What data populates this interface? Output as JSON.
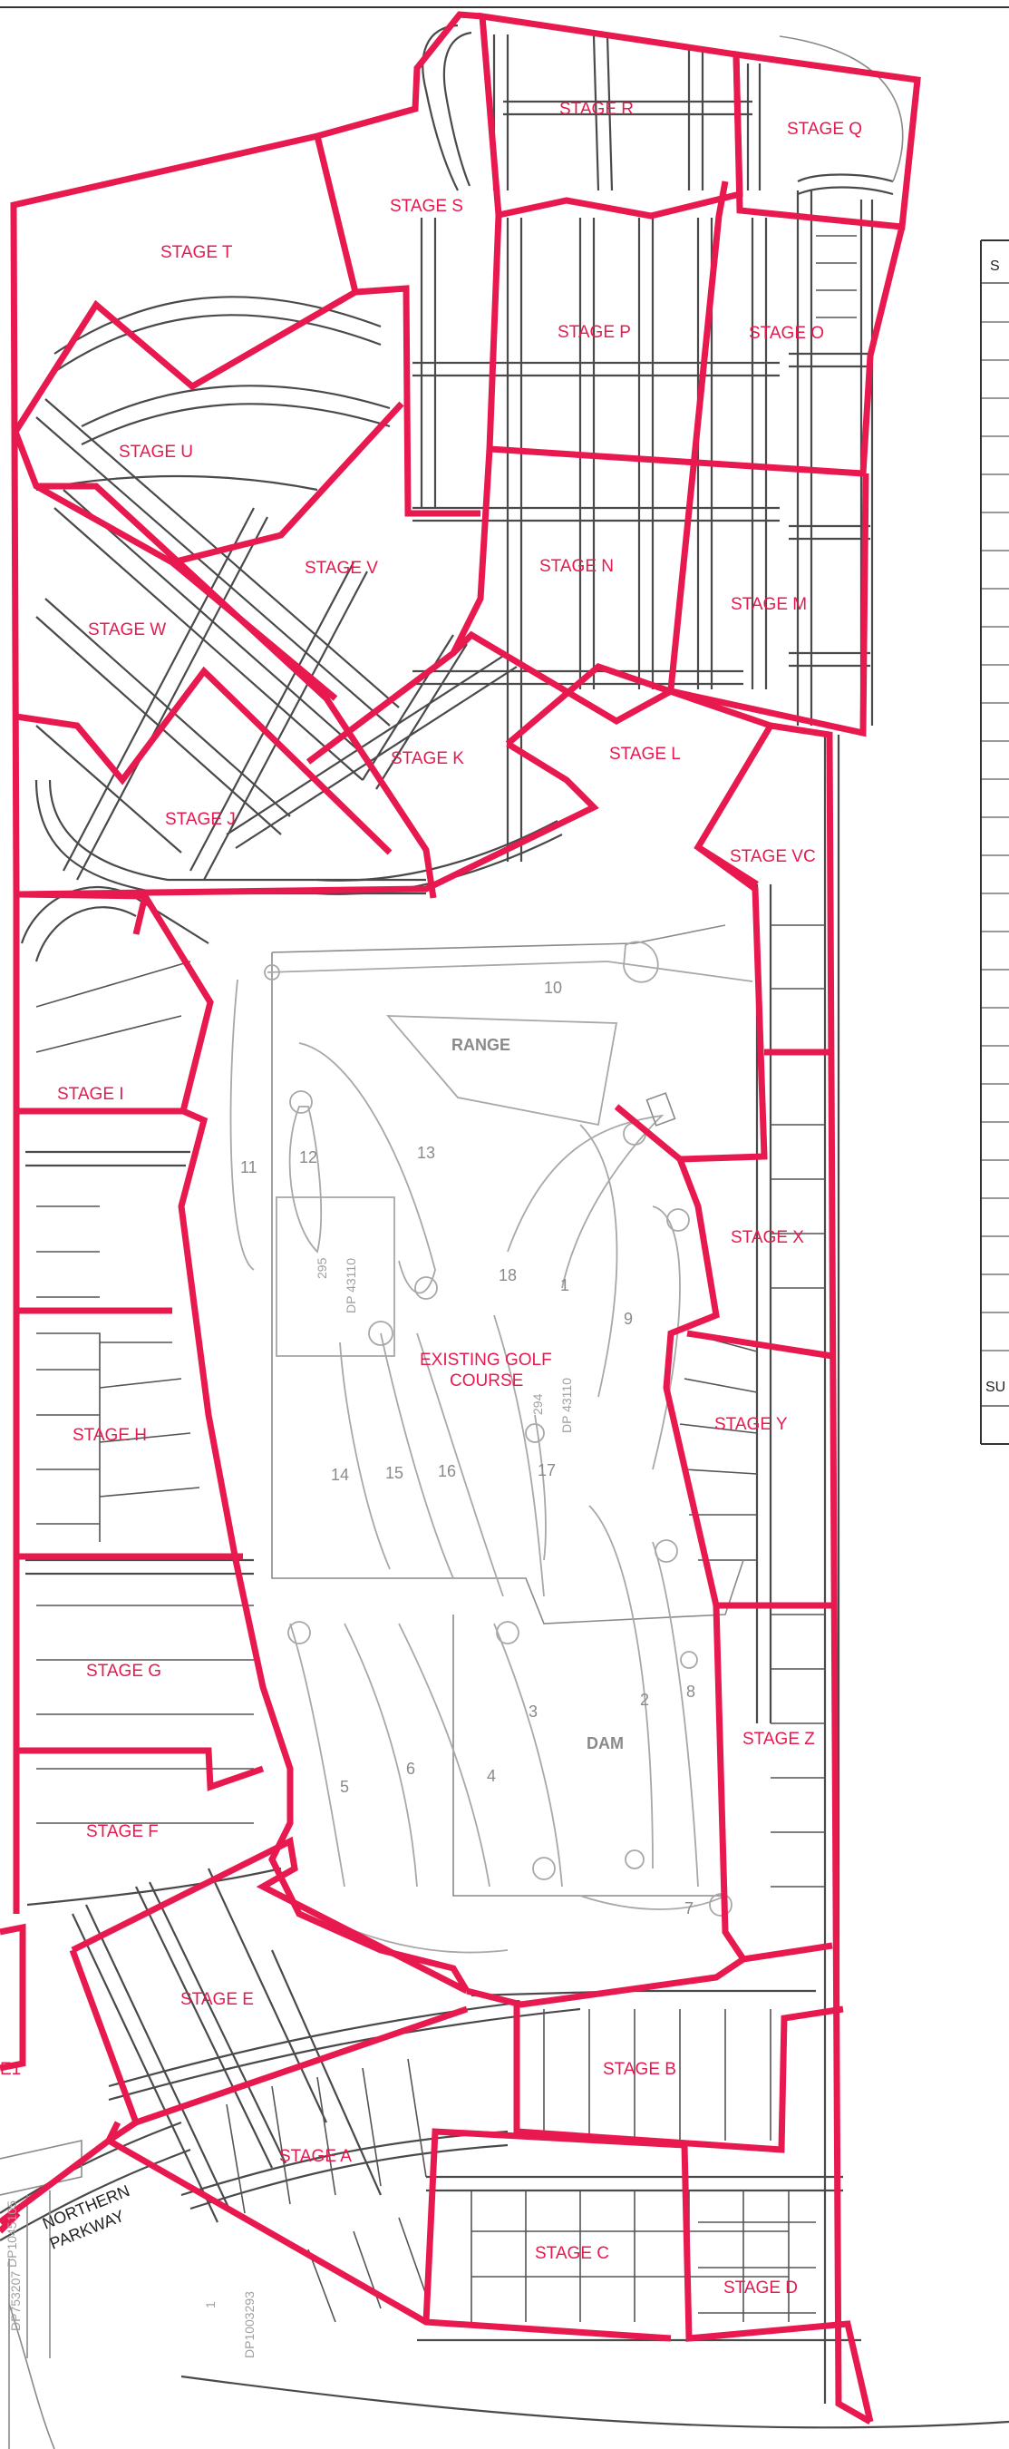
{
  "stages": [
    {
      "key": "R",
      "label": "STAGE R"
    },
    {
      "key": "Q",
      "label": "STAGE Q"
    },
    {
      "key": "S",
      "label": "STAGE S"
    },
    {
      "key": "T",
      "label": "STAGE T"
    },
    {
      "key": "P",
      "label": "STAGE P"
    },
    {
      "key": "O",
      "label": "STAGE O"
    },
    {
      "key": "U",
      "label": "STAGE U"
    },
    {
      "key": "V",
      "label": "STAGE V"
    },
    {
      "key": "N",
      "label": "STAGE N"
    },
    {
      "key": "M",
      "label": "STAGE M"
    },
    {
      "key": "W",
      "label": "STAGE W"
    },
    {
      "key": "L",
      "label": "STAGE L"
    },
    {
      "key": "K",
      "label": "STAGE K"
    },
    {
      "key": "J",
      "label": "STAGE J"
    },
    {
      "key": "VC",
      "label": "STAGE VC"
    },
    {
      "key": "I",
      "label": "STAGE I"
    },
    {
      "key": "X",
      "label": "STAGE X"
    },
    {
      "key": "Y",
      "label": "STAGE Y"
    },
    {
      "key": "H",
      "label": "STAGE H"
    },
    {
      "key": "G",
      "label": "STAGE G"
    },
    {
      "key": "Z",
      "label": "STAGE Z"
    },
    {
      "key": "F",
      "label": "STAGE F"
    },
    {
      "key": "E",
      "label": "STAGE E"
    },
    {
      "key": "B",
      "label": "STAGE B"
    },
    {
      "key": "A",
      "label": "STAGE A"
    },
    {
      "key": "C",
      "label": "STAGE C"
    },
    {
      "key": "D",
      "label": "STAGE D"
    },
    {
      "key": "E1",
      "label": "E1"
    }
  ],
  "golf": {
    "label_line1": "EXISTING GOLF",
    "label_line2": "COURSE",
    "range": "RANGE",
    "dam": "DAM",
    "holes": [
      "10",
      "11",
      "12",
      "13",
      "18",
      "1",
      "9",
      "14",
      "15",
      "16",
      "17",
      "2",
      "8",
      "3",
      "4",
      "5",
      "6",
      "7"
    ]
  },
  "lots": {
    "dp_43110_a": "DP 43110",
    "lot_295": "295",
    "lot_294": "294",
    "dp_43110_b": "DP 43110",
    "dp_1003293": "DP1003293",
    "lot_1": "1",
    "dp_1045105": "DP1045105",
    "dp_753207": "DP753207"
  },
  "roads": {
    "northern_parkway_line1": "NORTHERN",
    "northern_parkway_line2": "PARKWAY"
  },
  "table_fragment": {
    "top_cell": "S",
    "bottom_cell": "SU"
  },
  "colors": {
    "stage_boundary": "#e8194f",
    "road": "#4a4a4a",
    "golf_feature": "#a8a8a8"
  }
}
